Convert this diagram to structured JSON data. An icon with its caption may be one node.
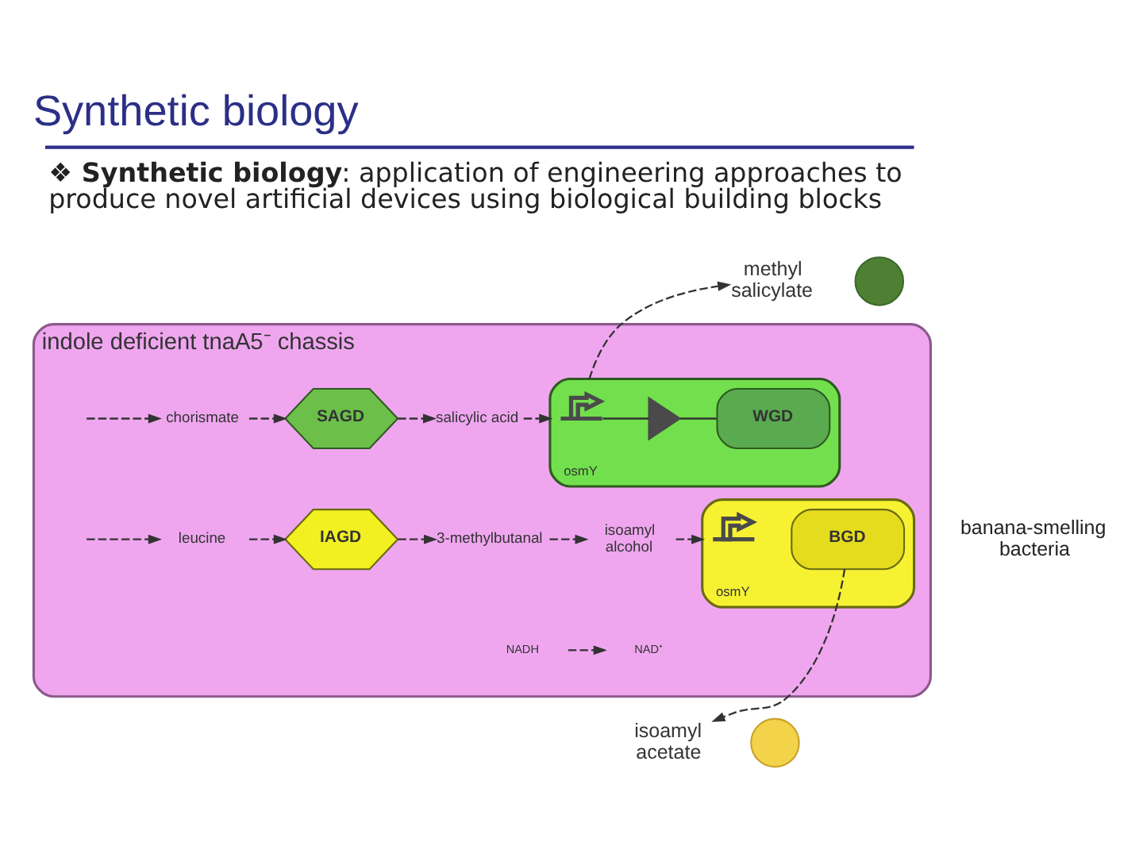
{
  "diagram": {
    "title": "Synthetic biology",
    "nodes": [
      {
        "text": [
          "methyl salicylate"
        ]
      },
      {
        "text": [],
        "shape": "circle"
      },
      {
        "text": [
          "indole deficient tnaA5⁻ chassis"
        ]
      },
      {
        "text": [
          "chorismate"
        ],
        "in": 2
      },
      {
        "text": [
          "SAGD"
        ],
        "in": 2
      },
      {
        "text": [
          "salicylic acid"
        ],
        "in": 2
      },
      {
        "text": [
          "osmY"
        ],
        "in": 2
      },
      {
        "text": [],
        "shape": "arrow",
        "in": 6
      },
      {
        "text": [],
        "shape": "triangle",
        "in": 6
      },
      {
        "text": [
          "WGD"
        ],
        "in": 6
      },
      {
        "text": [
          "leucine"
        ],
        "in": 2
      },
      {
        "text": [
          "IAGD"
        ],
        "in": 2
      },
      {
        "text": [
          "3-methylbutanal"
        ],
        "in": 2
      },
      {
        "text": [
          "isoamyl alcohol"
        ],
        "in": 2
      },
      {
        "text": [
          "osmY"
        ],
        "in": 2
      },
      {
        "text": [],
        "shape": "arrow",
        "in": 14
      },
      {
        "text": [
          "BGD"
        ],
        "in": 14
      },
      {
        "text": [
          "NADH"
        ],
        "in": 2
      },
      {
        "text": [
          "NAD⁺"
        ],
        "in": 2
      },
      {
        "text": [
          "isoamyl acetate"
        ]
      },
      {
        "text": [],
        "shape": "circle"
      }
    ],
    "edges": [
      {
        "from": null,
        "to": 3,
        "arrow": "to",
        "style": "dashed"
      },
      {
        "from": 3,
        "to": 4,
        "arrow": "to",
        "style": "dashed"
      },
      {
        "from": 4,
        "to": 5,
        "arrow": "to",
        "style": "dashed"
      },
      {
        "from": 5,
        "to": 6,
        "arrow": "to",
        "style": "dashed"
      },
      {
        "from": 7,
        "to": 8,
        "arrow": "none"
      },
      {
        "from": 8,
        "to": 9,
        "arrow": "none"
      },
      {
        "from": 6,
        "to": 0,
        "arrow": "to",
        "style": "dashed"
      },
      {
        "from": null,
        "to": 10,
        "arrow": "to",
        "style": "dashed"
      },
      {
        "from": 10,
        "to": 11,
        "arrow": "to",
        "style": "dashed"
      },
      {
        "from": 11,
        "to": 12,
        "arrow": "to",
        "style": "dashed"
      },
      {
        "from": 12,
        "to": 13,
        "arrow": "to",
        "style": "dashed"
      },
      {
        "from": 17,
        "to": 18,
        "arrow": "to",
        "style": "dashed"
      },
      {
        "from": 13,
        "to": 14,
        "arrow": "to",
        "style": "dashed"
      },
      {
        "from": 16,
        "to": 19,
        "arrow": "to",
        "style": "dashed"
      }
    ],
    "labels": [
      "❖ **Synthetic biology**: application of engineering approaches to produce novel artificial devices using biological building blocks",
      "banana-smelling bacteria"
    ]
  }
}
